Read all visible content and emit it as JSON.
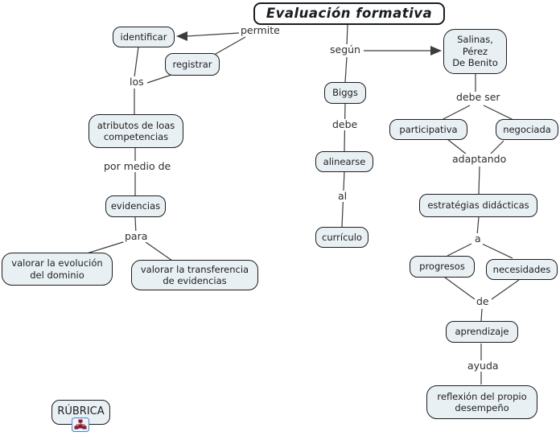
{
  "colors": {
    "background": "#ffffff",
    "node_fill": "#e9f0f4",
    "node_border": "#1c1c1c",
    "title_fill": "#fcfeff",
    "line": "#3c3c3c",
    "text": "#1c1c1c",
    "label_text": "#2e2e2e",
    "icon_border": "#4f81c7",
    "icon_fill": "#eef4fb",
    "icon_glyph": "#8b1a2b"
  },
  "map": {
    "title": "Evaluación formativa",
    "nodes": {
      "identificar": "identificar",
      "registrar": "registrar",
      "salinas": "Salinas,\nPérez\nDe Benito",
      "biggs": "Biggs",
      "atributos": "atributos de loas\ncompetencias",
      "participativa": "participativa",
      "negociada": "negociada",
      "alinearse": "alinearse",
      "evidencias": "evidencias",
      "estrategias": "estratégias didácticas",
      "curriculo": "currículo",
      "valorar_evolucion": "valorar la evolución\ndel dominio",
      "valorar_transferencia": "valorar la transferencia\nde evidencias",
      "progresos": "progresos",
      "necesidades": "necesidades",
      "aprendizaje": "aprendizaje",
      "reflexion": "reflexión del propio\ndesempeño",
      "rubrica": "RÚBRICA"
    },
    "links": {
      "permite": "permite",
      "segun": "según",
      "los": "los",
      "debe_ser": "debe ser",
      "debe": "debe",
      "por_medio_de": "por medio de",
      "adaptando": "adaptando",
      "al": "al",
      "para": "para",
      "a": "a",
      "de": "de",
      "ayuda": "ayuda"
    },
    "icons": {
      "rubrica_resource": "concept-map-resource-icon"
    }
  }
}
